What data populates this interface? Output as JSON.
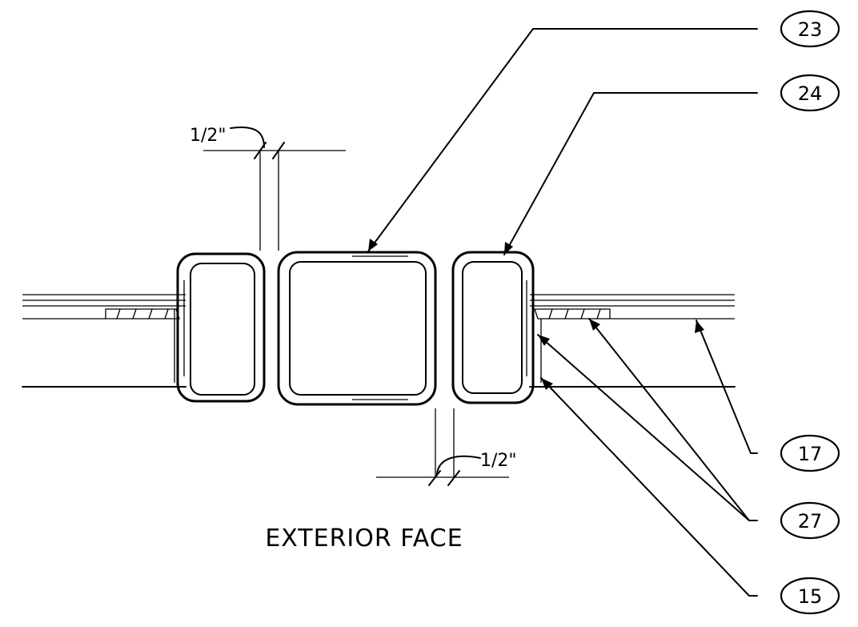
{
  "callouts": {
    "c23": "23",
    "c24": "24",
    "c17": "17",
    "c27": "27",
    "c15": "15"
  },
  "dimensions": {
    "top_gap": "1/2\"",
    "bottom_gap": "1/2\""
  },
  "caption": "EXTERIOR FACE"
}
